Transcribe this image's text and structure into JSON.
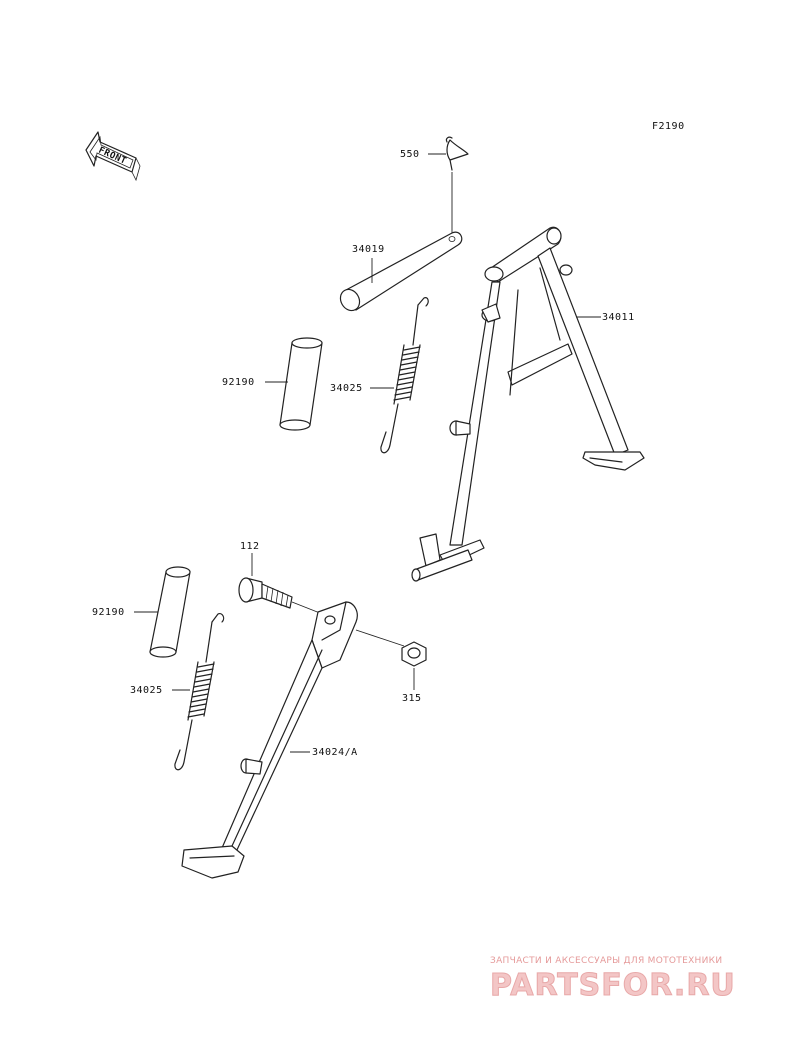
{
  "figure_code": "F2190",
  "front_indicator": "FRONT",
  "parts": {
    "cotter_pin": "550",
    "pin": "34019",
    "main_stand": "34011",
    "collar_upper": "92190",
    "spring_upper": "34025",
    "bolt": "112",
    "collar_lower": "92190",
    "spring_lower": "34025",
    "nut": "315",
    "side_stand": "34024/A"
  },
  "watermark": {
    "subtitle": "ЗАПЧАСТИ И АКСЕССУАРЫ ДЛЯ МОТОТЕХНИКИ",
    "brand": "PARTSFOR.RU",
    "color": "#e59a9a"
  }
}
